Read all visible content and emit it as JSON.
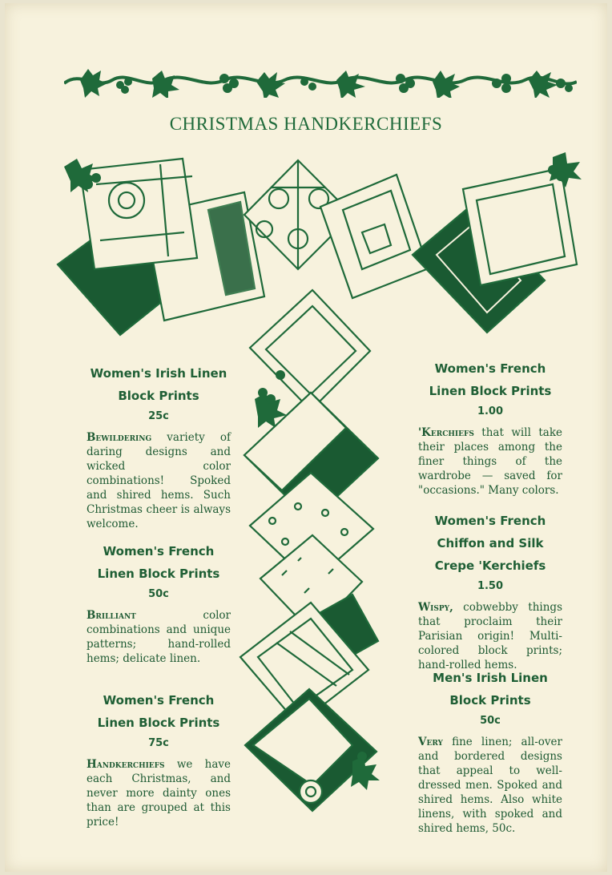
{
  "title": "CHRISTMAS HANDKERCHIEFS",
  "colors": {
    "ink": "#1f6a3a",
    "paper": "#f7f2dd",
    "dark": "#1a4f2c"
  },
  "illustration": {
    "holly_band_icon": "holly-garland-icon",
    "handkerchief_icon": "handkerchief-icon"
  },
  "left_column": [
    {
      "heading": "Women's Irish Linen Block Prints",
      "price": "25c",
      "lead": "Bewildering",
      "text": " variety of daring designs and wicked color combinations! Spoked and shired hems. Such Christmas cheer is always welcome."
    },
    {
      "heading": "Women's French Linen Block Prints",
      "price": "50c",
      "lead": "Brilliant",
      "text": " color combinations and unique patterns; hand-rolled hems; delicate linen."
    },
    {
      "heading": "Women's French Linen Block Prints",
      "price": "75c",
      "lead": "Handkerchiefs",
      "text": " we have each Christmas, and never more dainty ones than are grouped at this price!"
    }
  ],
  "right_column": [
    {
      "heading": "Women's French Linen Block Prints",
      "price": "1.00",
      "lead": "'Kerchiefs",
      "text": " that will take their places among the finer things of the wardrobe — saved for \"occasions.\" Many colors."
    },
    {
      "heading": "Women's French Chiffon and Silk Crepe 'Kerchiefs",
      "price": "1.50",
      "lead": "Wispy,",
      "text": " cobwebby things that proclaim their Parisian origin! Multi-colored block prints; hand-rolled hems."
    },
    {
      "heading": "Men's Irish Linen Block Prints",
      "price": "50c",
      "lead": "Very",
      "text": " fine linen; all-over and bordered designs that appeal to well-dressed men. Spoked and shired hems. Also white linens, with spoked and shired hems, 50c."
    }
  ]
}
